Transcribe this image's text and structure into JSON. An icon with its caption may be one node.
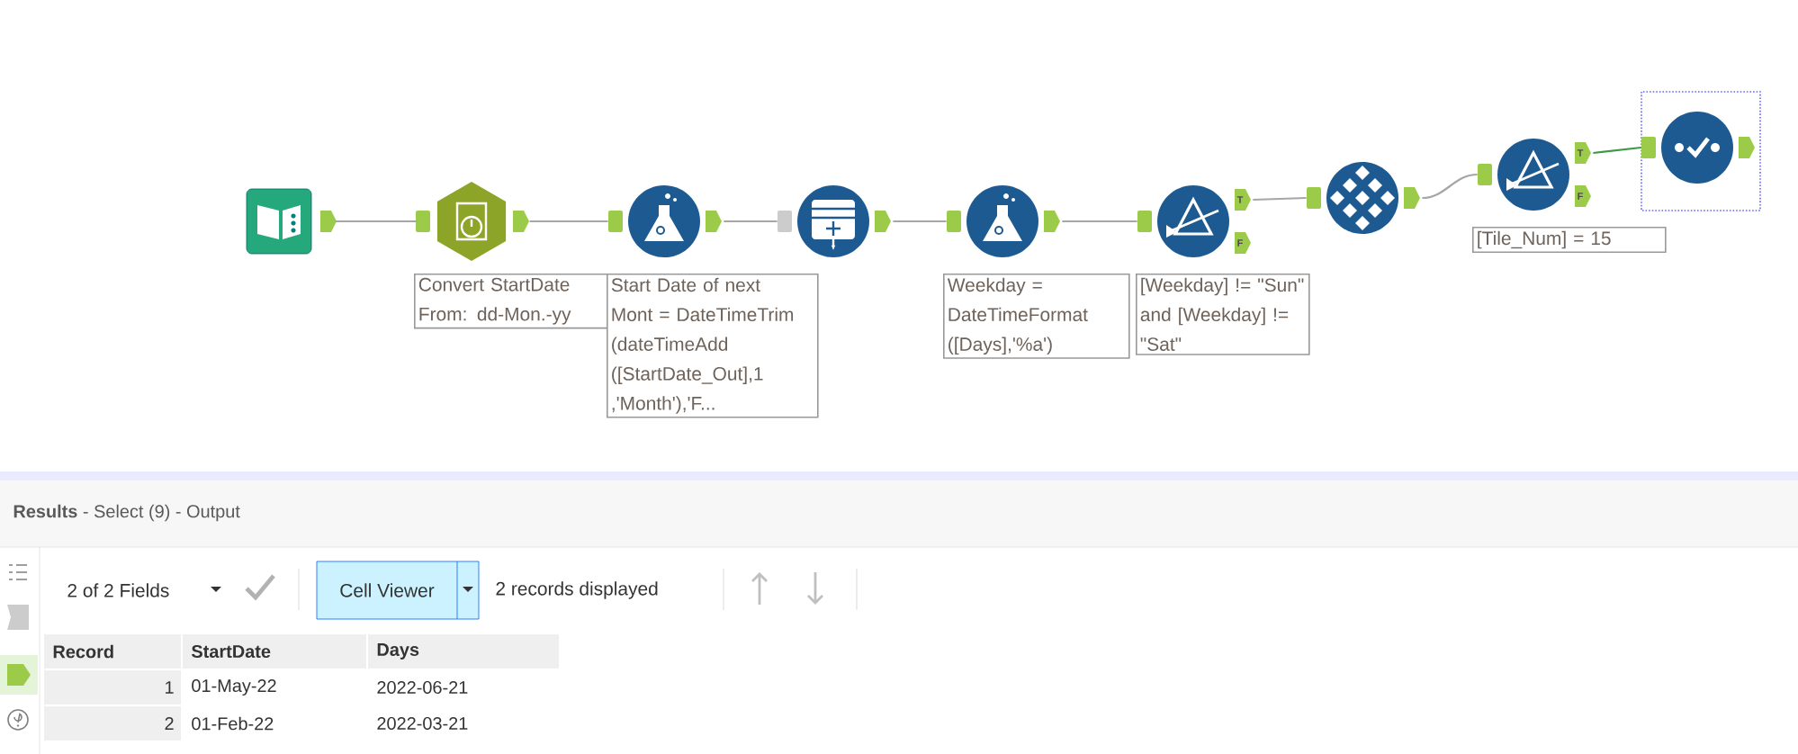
{
  "diagram": {
    "nodes": [
      {
        "text": [],
        "shape": "picture"
      },
      {
        "text": [],
        "shape": "picture"
      },
      {
        "text": [],
        "shape": "picture"
      },
      {
        "text": [],
        "shape": "picture"
      },
      {
        "text": [],
        "shape": "picture"
      },
      {
        "text": [],
        "shape": "picture"
      },
      {
        "text": [],
        "shape": "picture"
      },
      {
        "text": [],
        "shape": "picture"
      },
      {
        "text": [],
        "shape": "picture"
      },
      {
        "text": [
          "Convert StartDate From: dd-Mon.-yy"
        ]
      },
      {
        "text": [
          "Start Date of next Mont = DateTimeTrim (dateTimeAdd ([StartDate_Out],1 ,'Month'),'F..."
        ]
      },
      {
        "text": [
          "Weekday = DateTimeFormat ([Days],'%a')"
        ]
      },
      {
        "text": [
          "[Weekday] != \"Sun\" and [Weekday] != \"Sat\""
        ]
      },
      {
        "text": [
          "[Tile_Num] = 15"
        ]
      }
    ],
    "edges": [
      {
        "from": 0,
        "to": 1,
        "arrow": "none"
      },
      {
        "from": 1,
        "to": 2,
        "arrow": "none"
      },
      {
        "from": 2,
        "to": 3,
        "arrow": "none"
      },
      {
        "from": 3,
        "to": 4,
        "arrow": "none"
      },
      {
        "from": 4,
        "to": 5,
        "arrow": "none"
      },
      {
        "from": 5,
        "to": 6,
        "arrow": "none"
      },
      {
        "from": 6,
        "to": 7,
        "arrow": "none"
      },
      {
        "from": 7,
        "to": 8,
        "arrow": "none",
        "color": "#3a9a48"
      }
    ],
    "labels": [
      "T",
      "F",
      "T",
      "F",
      "**Results** - Select (9) - Output",
      "2 of 2 Fields",
      "Cell Viewer",
      "2 records displayed",
      "Record",
      "StartDate",
      "Days",
      "1",
      "01-May-22",
      "2022-06-21",
      "2",
      "01-Feb-22",
      "2022-03-21"
    ]
  }
}
